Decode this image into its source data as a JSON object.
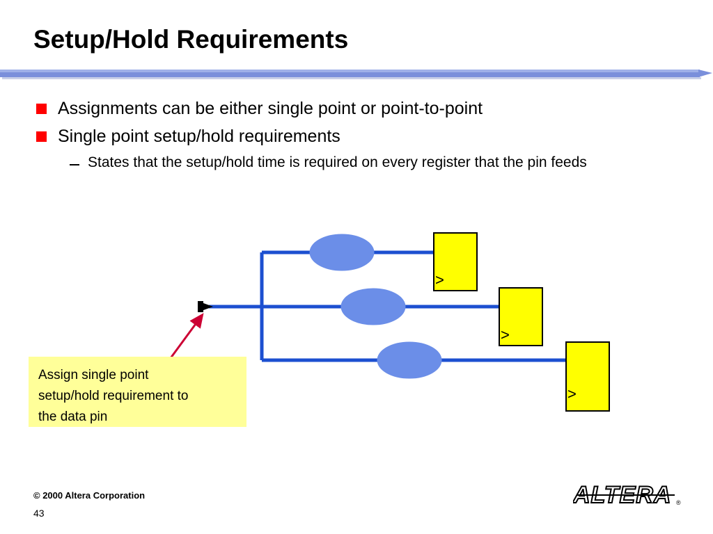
{
  "slide": {
    "title": "Setup/Hold Requirements",
    "page_number": "43",
    "copyright": "© 2000 Altera Corporation",
    "logo_text": "ALTERA",
    "logo_mark": "®"
  },
  "bullets": [
    {
      "level": 1,
      "text": "Assignments can be either single point or point-to-point"
    },
    {
      "level": 1,
      "text": "Single point setup/hold requirements"
    },
    {
      "level": 2,
      "text": "States that the setup/hold time is required on every register that the pin feeds"
    }
  ],
  "callout": {
    "line1": "Assign single point",
    "line2": "setup/hold requirement to",
    "line3": "the data pin",
    "background": "#ffff99"
  },
  "diagram": {
    "pin_label": "data-pin-arrow",
    "wire_color": "#1c4fd0",
    "gate_color": "#6b8ee8",
    "register_fill": "#ffff00",
    "register_stroke": "#000000",
    "register_clock_glyph": ">",
    "arrow_color": "#cc0033",
    "nodes": [
      {
        "name": "buffer-top",
        "type": "ellipse"
      },
      {
        "name": "buffer-middle",
        "type": "ellipse"
      },
      {
        "name": "buffer-bottom",
        "type": "ellipse"
      },
      {
        "name": "register-top",
        "type": "rect"
      },
      {
        "name": "register-middle",
        "type": "rect"
      },
      {
        "name": "register-bottom",
        "type": "rect"
      }
    ]
  },
  "theme": {
    "accent_bar": "#7a8fdb",
    "bullet_marker": "#ff0000",
    "background": "#ffffff"
  }
}
